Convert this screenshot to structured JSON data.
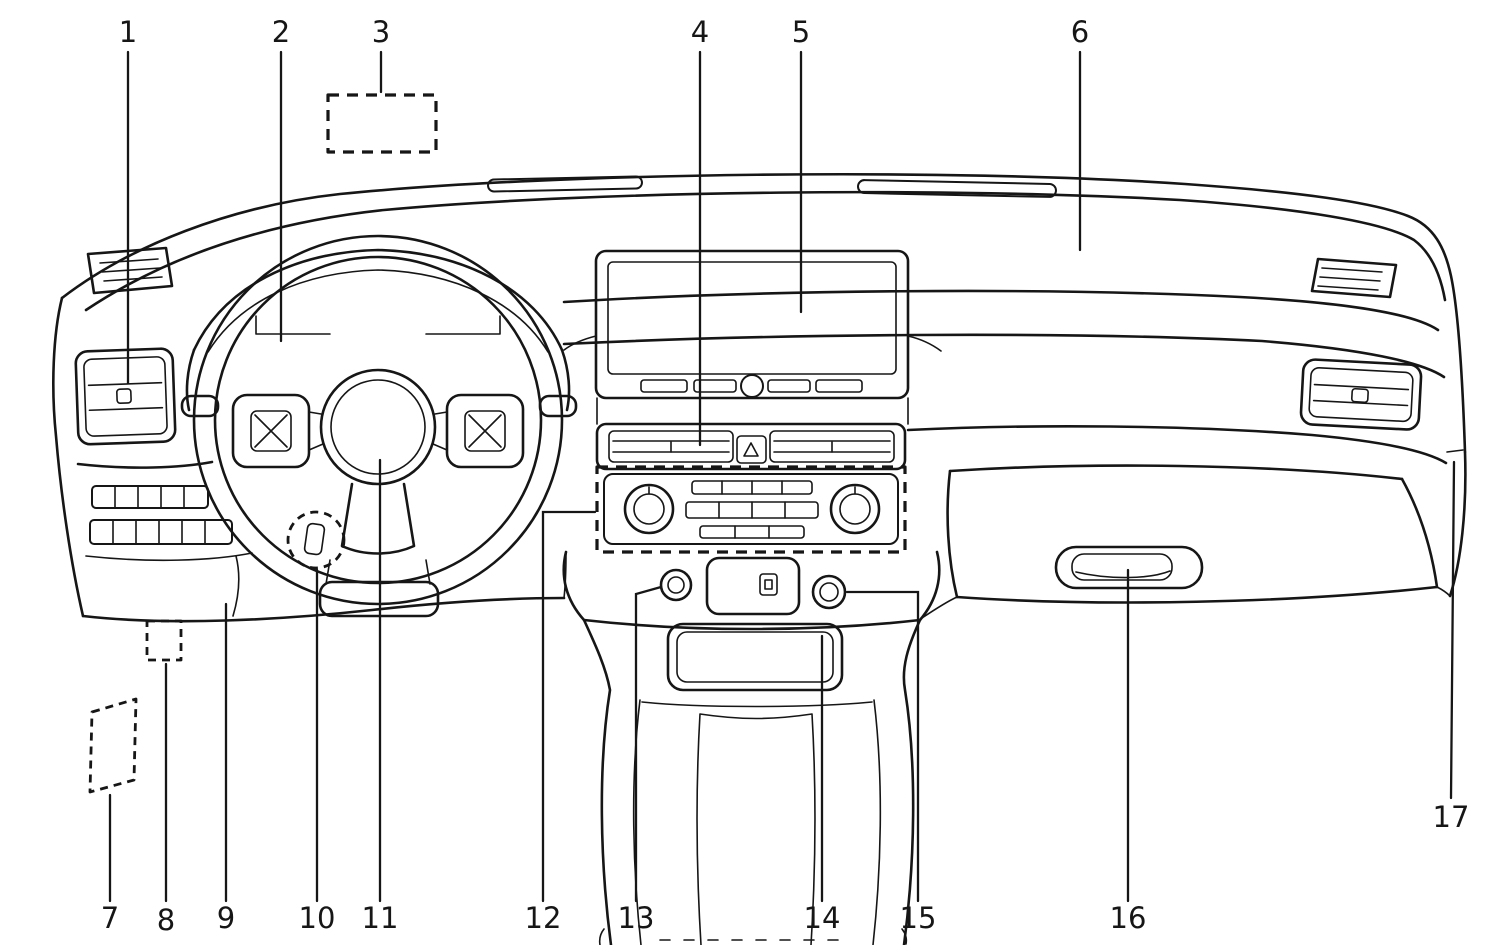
{
  "figure": {
    "type": "line-diagram",
    "colors": {
      "ink": "#161616",
      "background": "#ffffff"
    },
    "callouts": [
      {
        "label": "1"
      },
      {
        "label": "2"
      },
      {
        "label": "3"
      },
      {
        "label": "4"
      },
      {
        "label": "5"
      },
      {
        "label": "6"
      },
      {
        "label": "7"
      },
      {
        "label": "8"
      },
      {
        "label": "9"
      },
      {
        "label": "10"
      },
      {
        "label": "11"
      },
      {
        "label": "12"
      },
      {
        "label": "13"
      },
      {
        "label": "14"
      },
      {
        "label": "15"
      },
      {
        "label": "16"
      },
      {
        "label": "17"
      }
    ]
  }
}
